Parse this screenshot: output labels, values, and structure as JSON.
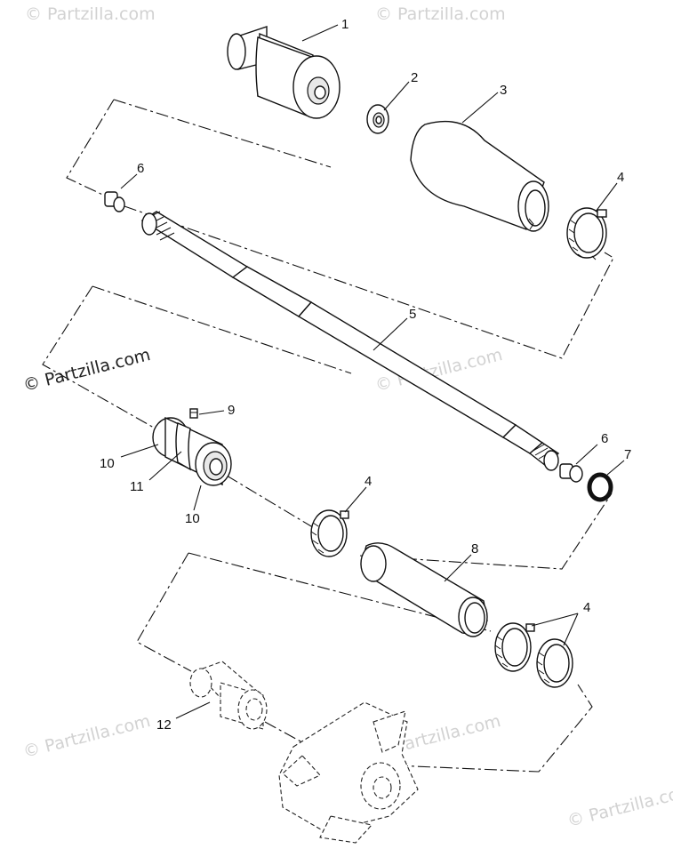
{
  "diagram": {
    "watermarks": [
      "© Partzilla.com",
      "© Partzilla.com",
      "© Partzilla.com",
      "© Partzilla.com",
      "© Partzilla.com",
      "© Partzilla.com",
      "© Partzilla.com"
    ],
    "callouts": {
      "c1": "1",
      "c2": "2",
      "c3": "3",
      "c4a": "4",
      "c4b": "4",
      "c4c": "4",
      "c5": "5",
      "c6a": "6",
      "c6b": "6",
      "c7": "7",
      "c8": "8",
      "c9": "9",
      "c10a": "10",
      "c10b": "10",
      "c11": "11",
      "c12": "12"
    }
  }
}
